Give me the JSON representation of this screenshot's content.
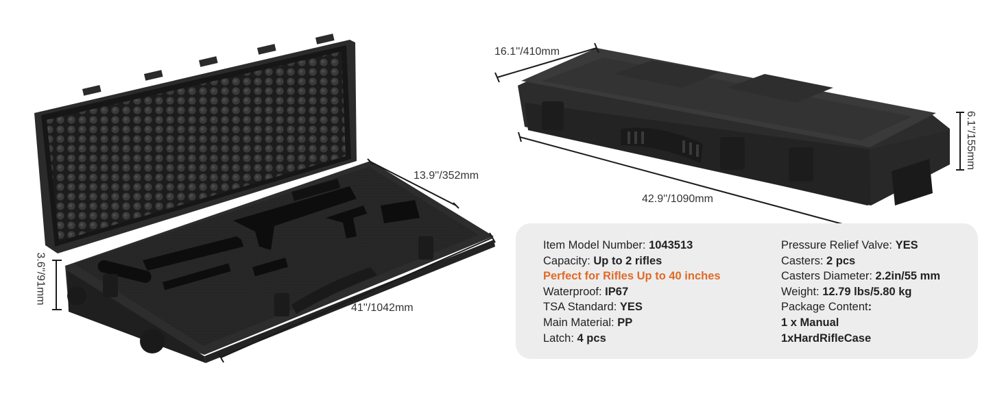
{
  "dimensions": {
    "open_case_width": "13.9''/352mm",
    "open_case_length": "41''/1042mm",
    "open_case_height": "3.6''/91mm",
    "closed_case_width": "16.1''/410mm",
    "closed_case_length": "42.9''/1090mm",
    "closed_case_height": "6.1''/155mm"
  },
  "specs": {
    "left": [
      {
        "key": "Item Model Number: ",
        "value": "1043513"
      },
      {
        "key": "Capacity: ",
        "value": "Up to 2 rifles"
      },
      {
        "highlight": "Perfect for Rifles Up to 40 inches"
      },
      {
        "key": "Waterproof: ",
        "value": "IP67"
      },
      {
        "key": "TSA Standard: ",
        "value": "YES"
      },
      {
        "key": "Main Material: ",
        "value": "PP"
      },
      {
        "key": "Latch: ",
        "value": "4 pcs"
      }
    ],
    "right": [
      {
        "key": "Pressure Relief Valve: ",
        "value": "YES"
      },
      {
        "key": "Casters: ",
        "value": "2 pcs"
      },
      {
        "key": "Casters Diameter: ",
        "value": "2.2in/55 mm"
      },
      {
        "key": "Weight: ",
        "value": "12.79 lbs/5.80 kg"
      },
      {
        "key": "Package Content",
        "value": ":"
      },
      {
        "key": "",
        "value": "1 x Manual"
      },
      {
        "key": "",
        "value": "1xHardRifleCase"
      }
    ]
  },
  "colors": {
    "highlight": "#e06a28",
    "panel": "#ededed",
    "case": "#2a2a2a"
  }
}
